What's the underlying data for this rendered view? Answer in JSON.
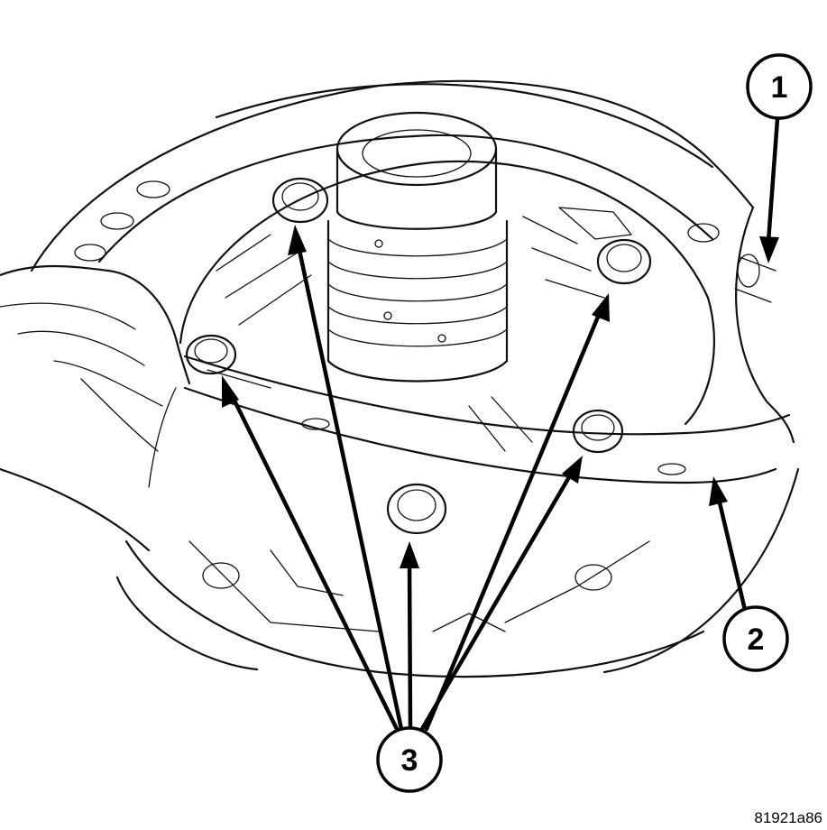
{
  "callouts": [
    {
      "id": "1",
      "label": "1"
    },
    {
      "id": "2",
      "label": "2"
    },
    {
      "id": "3",
      "label": "3"
    }
  ],
  "figure_id": "81921a86",
  "colors": {
    "ink": "#000000",
    "paper": "#ffffff"
  }
}
